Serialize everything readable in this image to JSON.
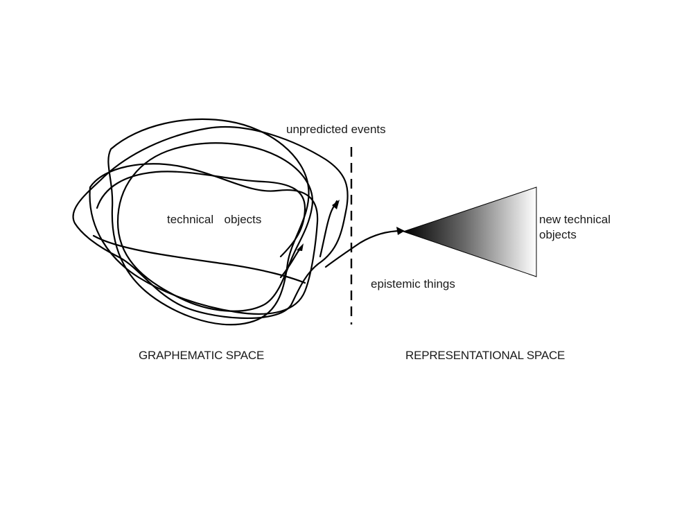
{
  "diagram": {
    "labels": {
      "unpredicted_events": "unpredicted events",
      "technical_objects": "technical  objects",
      "new_technical_objects_line1": "new technical",
      "new_technical_objects_line2": "objects",
      "epistemic_things": "epistemic things",
      "graphematic_space": "GRAPHEMATIC SPACE",
      "representational_space": "REPRESENTATIONAL SPACE"
    },
    "colors": {
      "stroke": "#000000",
      "background": "#ffffff",
      "gradient_dark": "#111111",
      "gradient_light": "#ffffff"
    }
  }
}
